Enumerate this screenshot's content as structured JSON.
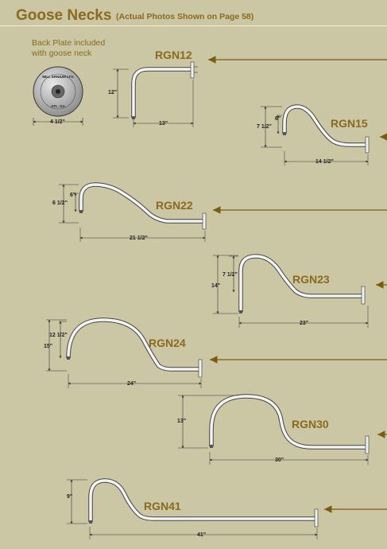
{
  "header": {
    "title": "Goose Necks",
    "subtitle": "(Actual Photos Shown on Page 58)"
  },
  "back_plate": {
    "label_line1": "Back Plate included",
    "label_line2": "with goose neck",
    "stamp_top": "MILL ERNIUM LTG",
    "stamp_bottom": "ATL. GA",
    "width": "4 1/2\""
  },
  "colors": {
    "background": "#cbc6a4",
    "accent": "#8a6a1e",
    "arrow": "#7a5c10"
  },
  "models": [
    {
      "name": "RGN12",
      "dims": {
        "height": "12\"",
        "length": "13\""
      }
    },
    {
      "name": "RGN15",
      "dims": {
        "height": "7 1/2\"",
        "inner": "6\"",
        "length": "14 1/2\""
      }
    },
    {
      "name": "RGN22",
      "dims": {
        "height": "6 1/2\"",
        "inner": "6\"",
        "length": "21 1/2\""
      }
    },
    {
      "name": "RGN23",
      "dims": {
        "height": "14\"",
        "inner": "7 1/2\"",
        "length": "23\""
      }
    },
    {
      "name": "RGN24",
      "dims": {
        "height": "15\"",
        "inner": "12 1/2\"",
        "length": "24\""
      }
    },
    {
      "name": "RGN30",
      "dims": {
        "height": "13\"",
        "length": "30\""
      }
    },
    {
      "name": "RGN41",
      "dims": {
        "height": "9\"",
        "length": "41\""
      }
    }
  ]
}
